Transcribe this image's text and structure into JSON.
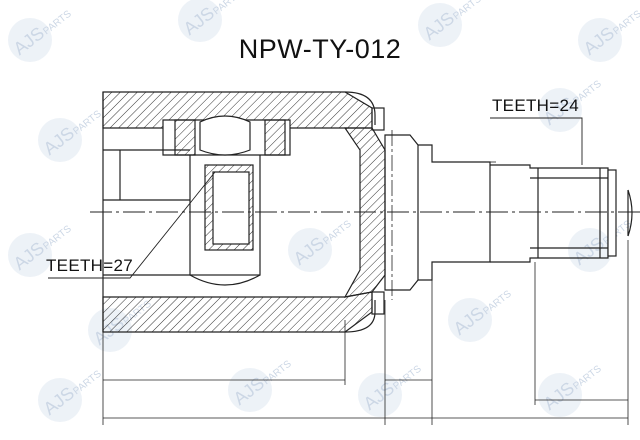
{
  "title": "NPW-TY-012",
  "labels": {
    "teeth_outer": "TEETH=24",
    "teeth_inner": "TEETH=27"
  },
  "watermark": {
    "brand": "AJS",
    "sub": "PARTS",
    "color": "#c9d6e6"
  },
  "colors": {
    "line": "#222222",
    "hatch": "#333333",
    "wm": "#cfd9e6"
  }
}
